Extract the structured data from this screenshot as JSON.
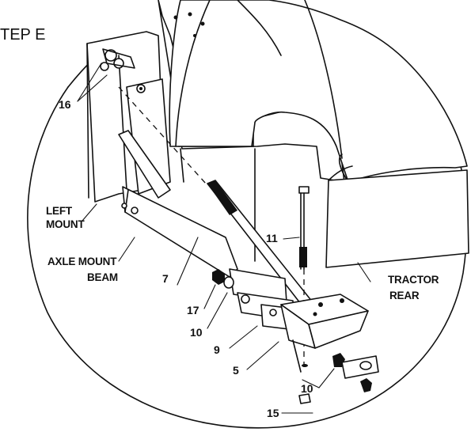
{
  "step_title": "TEP E",
  "callouts": {
    "c16": "16",
    "left_mount_1": "LEFT",
    "left_mount_2": "MOUNT",
    "axle_mount_1": "AXLE MOUNT",
    "axle_mount_2": "BEAM",
    "c7": "7",
    "c11": "11",
    "c17": "17",
    "c10a": "10",
    "c9": "9",
    "c5": "5",
    "c10b": "10",
    "c15": "15",
    "tractor_rear_1": "TRACTOR",
    "tractor_rear_2": "REAR"
  },
  "colors": {
    "ink": "#111111",
    "paper": "#ffffff"
  }
}
